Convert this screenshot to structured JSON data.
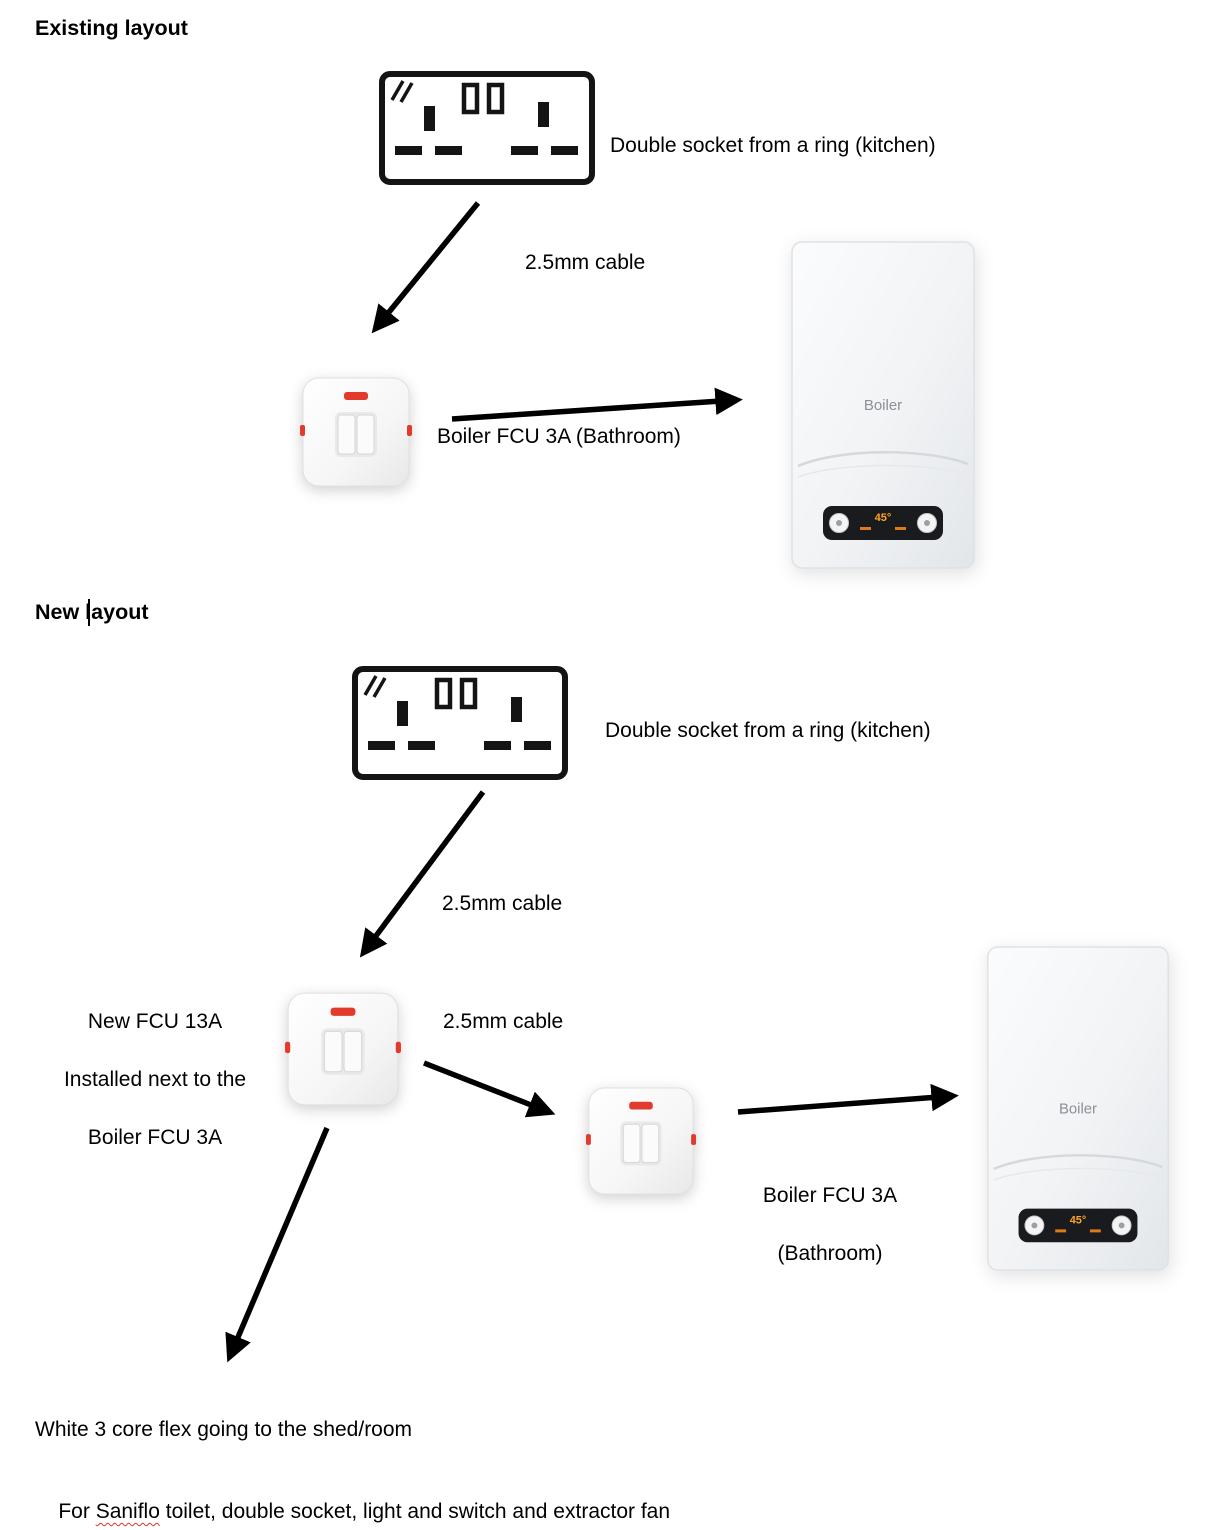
{
  "page": {
    "background": "#ffffff",
    "text_color": "#000000",
    "arrow_color": "#000000",
    "accent_red": "#e23b2e",
    "boiler_display_orange": "#ffa51e"
  },
  "existing": {
    "title": "Existing layout",
    "socket_label": "Double socket from a ring (kitchen)",
    "cable_label": "2.5mm cable",
    "fcu_label": "Boiler FCU 3A (Bathroom)",
    "boiler": {
      "brand": "Boiler",
      "display_temp": "45°"
    }
  },
  "new_layout": {
    "title": "New layout",
    "socket_label": "Double socket from a ring (kitchen)",
    "cable_label_top": "2.5mm cable",
    "cable_label_mid": "2.5mm cable",
    "new_fcu_caption": {
      "line1": "New FCU 13A",
      "line2": "Installed next to the",
      "line3": "Boiler FCU 3A"
    },
    "boiler_fcu_caption": {
      "line1": "Boiler FCU 3A",
      "line2": "(Bathroom)"
    },
    "boiler": {
      "brand": "Boiler",
      "display_temp": "45°"
    },
    "notes": {
      "flex": "White 3 core flex going to the shed/room",
      "saniflo_prefix": "For ",
      "saniflo_word": "Saniflo",
      "saniflo_suffix": " toilet, double socket, light and switch and extractor fan"
    }
  }
}
